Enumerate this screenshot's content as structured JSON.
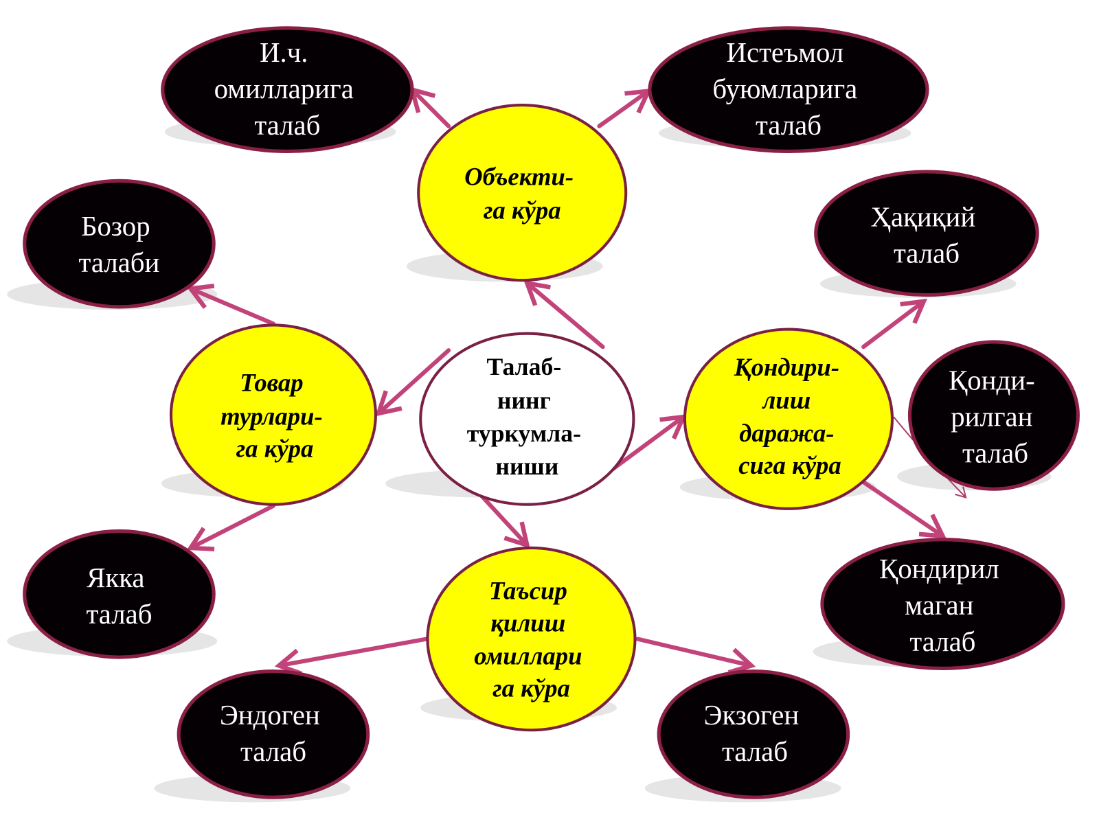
{
  "diagram": {
    "type": "mind-map",
    "colors": {
      "arrow": "#c2437a",
      "category_fill": "#ffff00",
      "category_border": "#7a2045",
      "leaf_fill": "#050003",
      "leaf_border": "#8a1f45",
      "leaf_text": "#ffffff",
      "center_fill": "#ffffff"
    },
    "center": {
      "lines": [
        "Талаб-",
        "нинг",
        "туркумла-",
        "ниши"
      ]
    },
    "categories": [
      {
        "id": "object",
        "lines": [
          "Объекти-",
          "га кўра"
        ]
      },
      {
        "id": "goods-types",
        "lines": [
          "Товар",
          "турлари-",
          "га кўра"
        ]
      },
      {
        "id": "satisfaction-level",
        "lines": [
          "Қондири-",
          "лиш",
          "даража-",
          "сига кўра"
        ]
      },
      {
        "id": "influence-factors",
        "lines": [
          "Таъсир",
          "қилиш",
          "омиллари",
          "га кўра"
        ]
      }
    ],
    "leaves": [
      {
        "id": "production-factors",
        "parent": "object",
        "lines": [
          "И.ч.",
          "омилларига",
          "талаб"
        ]
      },
      {
        "id": "consumer-goods",
        "parent": "object",
        "lines": [
          "Истеъмол",
          "буюмларига",
          "талаб"
        ]
      },
      {
        "id": "market-demand",
        "parent": "goods-types",
        "lines": [
          "Бозор",
          "талаби"
        ]
      },
      {
        "id": "individual-demand",
        "parent": "goods-types",
        "lines": [
          "Якка",
          "талаб"
        ]
      },
      {
        "id": "real-demand",
        "parent": "satisfaction-level",
        "lines": [
          "Ҳақиқий",
          "талаб"
        ]
      },
      {
        "id": "satisfied-demand",
        "parent": "satisfaction-level",
        "lines": [
          "Қонди-",
          "рилган",
          "талаб"
        ]
      },
      {
        "id": "unsatisfied-demand",
        "parent": "satisfaction-level",
        "lines": [
          "Қондирил",
          "маган",
          "талаб"
        ]
      },
      {
        "id": "endogenous-demand",
        "parent": "influence-factors",
        "lines": [
          "Эндоген",
          "талаб"
        ]
      },
      {
        "id": "exogenous-demand",
        "parent": "influence-factors",
        "lines": [
          "Экзоген",
          "талаб"
        ]
      }
    ]
  }
}
